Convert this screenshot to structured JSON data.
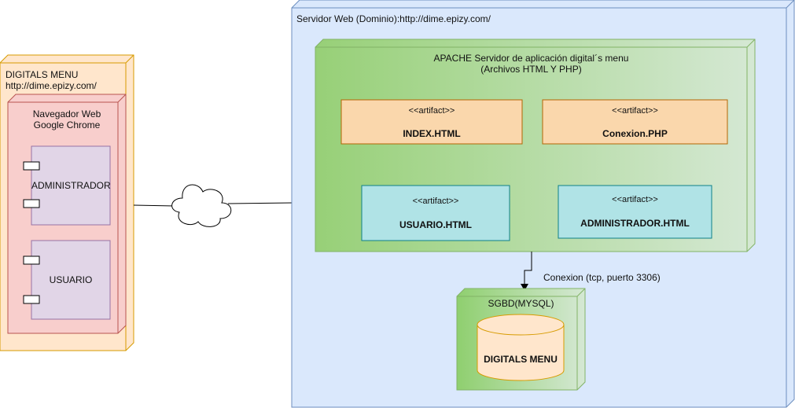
{
  "client_node": {
    "title": "DIGITALS MENU",
    "subtitle": "http://dime.epizy.com/",
    "browser": {
      "line1": "Navegador Web",
      "line2": "Google Chrome",
      "components": [
        {
          "label": "ADMINISTRADOR"
        },
        {
          "label": "USUARIO"
        }
      ]
    }
  },
  "server_node": {
    "title": "Servidor Web (Dominio):http://dime.epizy.com/",
    "apache": {
      "line1": "APACHE Servidor de aplicación digital´s menu",
      "line2": "(Archivos HTML Y PHP)",
      "artifacts": [
        {
          "stereotype": "<<artifact>>",
          "name": "INDEX.HTML"
        },
        {
          "stereotype": "<<artifact>>",
          "name": "Conexion.PHP"
        },
        {
          "stereotype": "<<artifact>>",
          "name": "USUARIO.HTML"
        },
        {
          "stereotype": "<<artifact>>",
          "name": "ADMINISTRADOR.HTML"
        }
      ]
    },
    "db_node": {
      "title": "SGBD(MYSQL)",
      "database": "DIGITALS MENU"
    },
    "connection_label": "Conexion (tcp, puerto 3306)"
  },
  "colors": {
    "orange_fill": "#ffe6cc",
    "orange_stroke": "#d79b00",
    "red_fill": "#f8cecc",
    "red_stroke": "#b85450",
    "purple_fill": "#e1d5e7",
    "purple_stroke": "#9673a6",
    "blue_fill": "#dae8fc",
    "blue_stroke": "#6c8ebf",
    "green_stroke": "#82b366",
    "artifact_orange_fill": "#fad7ac",
    "artifact_orange_stroke": "#b46504",
    "artifact_teal_fill": "#b0e3e6",
    "artifact_teal_stroke": "#0e8088"
  }
}
